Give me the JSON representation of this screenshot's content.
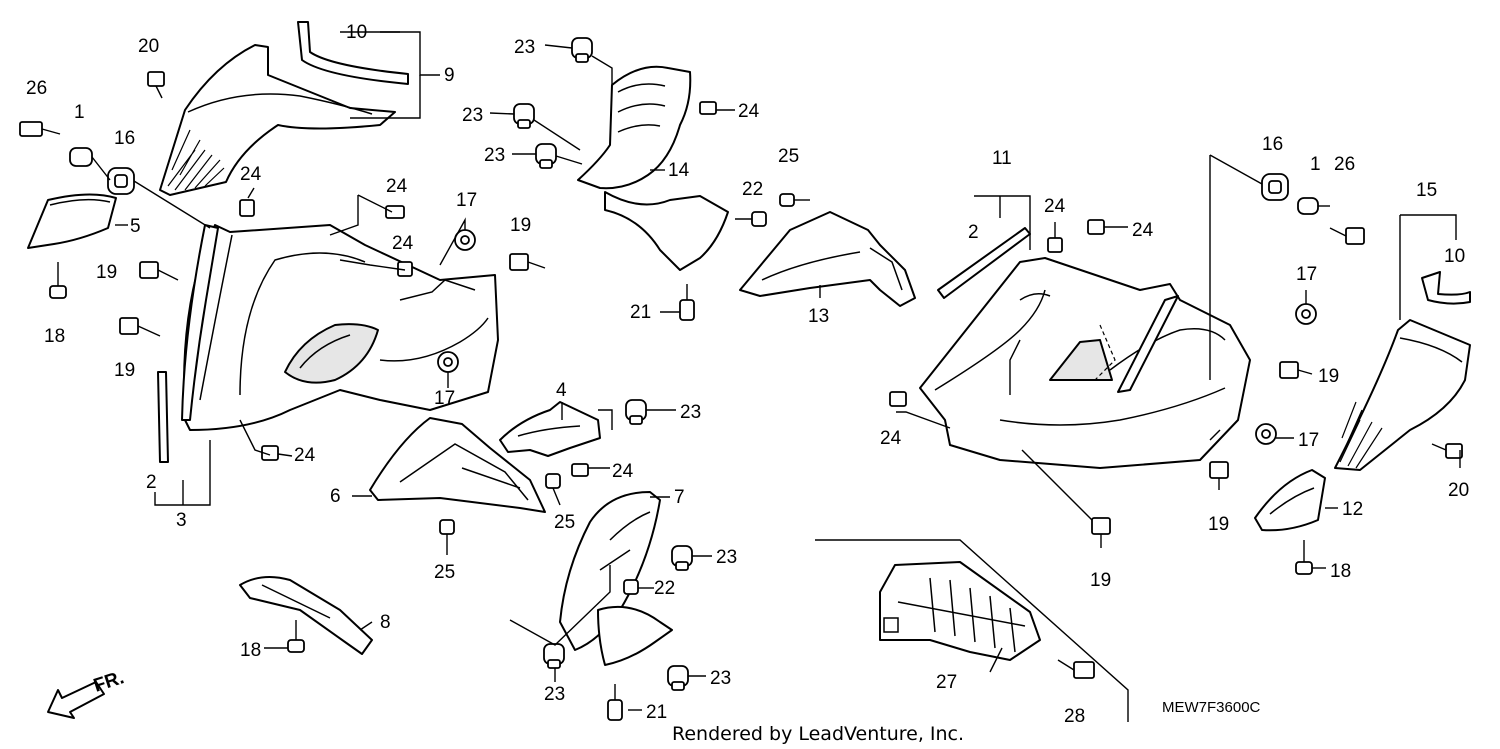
{
  "diagram": {
    "credit": "Rendered by LeadVenture, Inc.",
    "diagram_code": "MEW7F3600C",
    "front_marker": "FR.",
    "callouts": [
      {
        "id": "c1a",
        "label": "1"
      },
      {
        "id": "c1b",
        "label": "1"
      },
      {
        "id": "c2a",
        "label": "2"
      },
      {
        "id": "c2b",
        "label": "2"
      },
      {
        "id": "c3",
        "label": "3"
      },
      {
        "id": "c4",
        "label": "4"
      },
      {
        "id": "c5",
        "label": "5"
      },
      {
        "id": "c6",
        "label": "6"
      },
      {
        "id": "c7",
        "label": "7"
      },
      {
        "id": "c8",
        "label": "8"
      },
      {
        "id": "c9",
        "label": "9"
      },
      {
        "id": "c10a",
        "label": "10"
      },
      {
        "id": "c10b",
        "label": "10"
      },
      {
        "id": "c11",
        "label": "11"
      },
      {
        "id": "c12",
        "label": "12"
      },
      {
        "id": "c13",
        "label": "13"
      },
      {
        "id": "c14",
        "label": "14"
      },
      {
        "id": "c15",
        "label": "15"
      },
      {
        "id": "c16a",
        "label": "16"
      },
      {
        "id": "c16b",
        "label": "16"
      },
      {
        "id": "c17a",
        "label": "17"
      },
      {
        "id": "c17b",
        "label": "17"
      },
      {
        "id": "c17c",
        "label": "17"
      },
      {
        "id": "c17d",
        "label": "17"
      },
      {
        "id": "c18a",
        "label": "18"
      },
      {
        "id": "c18b",
        "label": "18"
      },
      {
        "id": "c18c",
        "label": "18"
      },
      {
        "id": "c19a",
        "label": "19"
      },
      {
        "id": "c19b",
        "label": "19"
      },
      {
        "id": "c19c",
        "label": "19"
      },
      {
        "id": "c19d",
        "label": "19"
      },
      {
        "id": "c19e",
        "label": "19"
      },
      {
        "id": "c19f",
        "label": "19"
      },
      {
        "id": "c20a",
        "label": "20"
      },
      {
        "id": "c20b",
        "label": "20"
      },
      {
        "id": "c21a",
        "label": "21"
      },
      {
        "id": "c21b",
        "label": "21"
      },
      {
        "id": "c22a",
        "label": "22"
      },
      {
        "id": "c22b",
        "label": "22"
      },
      {
        "id": "c23a",
        "label": "23"
      },
      {
        "id": "c23b",
        "label": "23"
      },
      {
        "id": "c23c",
        "label": "23"
      },
      {
        "id": "c23d",
        "label": "23"
      },
      {
        "id": "c23e",
        "label": "23"
      },
      {
        "id": "c23f",
        "label": "23"
      },
      {
        "id": "c23g",
        "label": "23"
      },
      {
        "id": "c24a",
        "label": "24"
      },
      {
        "id": "c24b",
        "label": "24"
      },
      {
        "id": "c24c",
        "label": "24"
      },
      {
        "id": "c24d",
        "label": "24"
      },
      {
        "id": "c24e",
        "label": "24"
      },
      {
        "id": "c24f",
        "label": "24"
      },
      {
        "id": "c24g",
        "label": "24"
      },
      {
        "id": "c24h",
        "label": "24"
      },
      {
        "id": "c24i",
        "label": "24"
      },
      {
        "id": "c25a",
        "label": "25"
      },
      {
        "id": "c25b",
        "label": "25"
      },
      {
        "id": "c25c",
        "label": "25"
      },
      {
        "id": "c26a",
        "label": "26"
      },
      {
        "id": "c26b",
        "label": "26"
      },
      {
        "id": "c27",
        "label": "27"
      },
      {
        "id": "c28",
        "label": "28"
      }
    ]
  }
}
